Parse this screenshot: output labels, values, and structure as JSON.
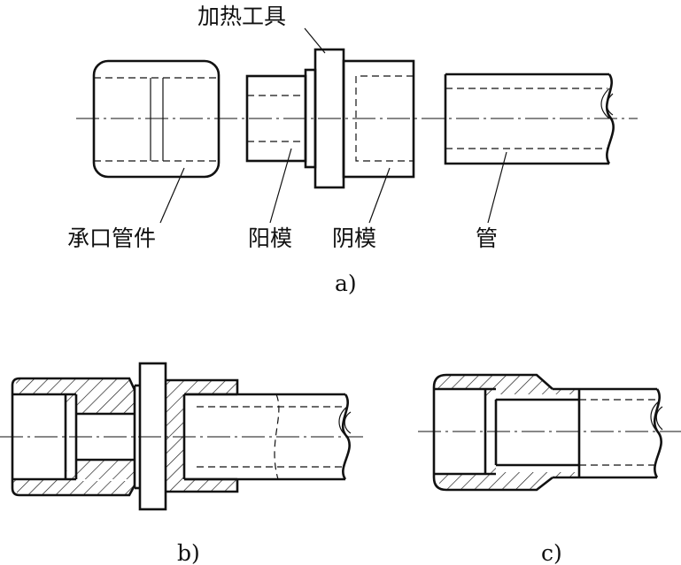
{
  "labels": {
    "heating_tool": "加热工具",
    "socket_fitting": "承口管件",
    "male_die": "阳模",
    "female_die": "阴模",
    "pipe": "管"
  },
  "subfigures": {
    "a": "a)",
    "b": "b)",
    "c": "c)"
  }
}
